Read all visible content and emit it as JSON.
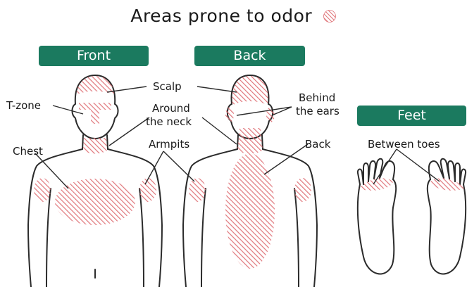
{
  "title": "Areas prone to odor",
  "colors": {
    "accent": "#1b7a5f",
    "hatch": "#e0767b",
    "outline": "#2b2b2b"
  },
  "sections": {
    "front": "Front",
    "back": "Back",
    "feet": "Feet"
  },
  "labels": {
    "scalp": "Scalp",
    "t_zone": "T-zone",
    "around_neck_1": "Around",
    "around_neck_2": "the neck",
    "behind_ears_1": "Behind",
    "behind_ears_2": "the ears",
    "chest": "Chest",
    "armpits": "Armpits",
    "back": "Back",
    "between_toes": "Between toes"
  }
}
